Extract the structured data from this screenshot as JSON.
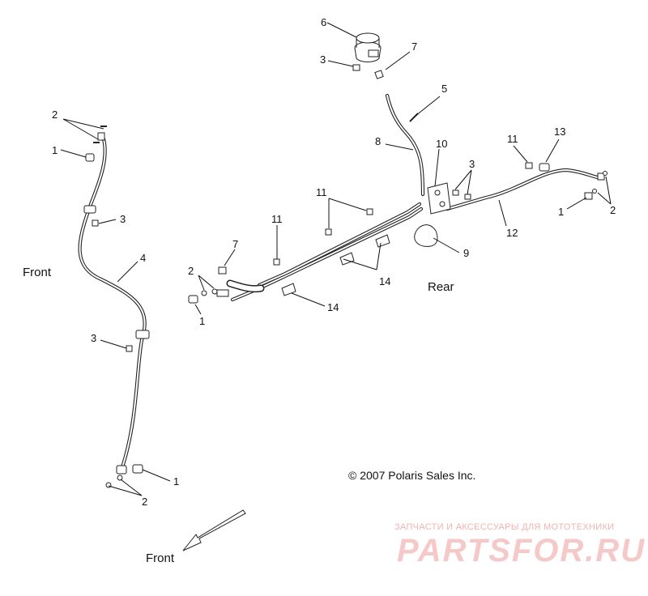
{
  "labels": {
    "front_left": "Front",
    "rear": "Rear",
    "front_bottom": "Front"
  },
  "copyright": "© 2007 Polaris Sales Inc.",
  "watermark": {
    "tagline": "ЗАПЧАСТИ И АКСЕССУАРЫ ДЛЯ МОТОТЕХНИКИ",
    "brand": "PARTSFOR.RU"
  },
  "callouts": {
    "c6": "6",
    "c7_top": "7",
    "c3_top": "3",
    "c5": "5",
    "c8": "8",
    "c10": "10",
    "c11_right": "11",
    "c13": "13",
    "c3_right": "3",
    "c1_right": "1",
    "c2_right": "2",
    "c12": "12",
    "c9": "9",
    "c11_mid": "11",
    "c11_left": "11",
    "c14_upper": "14",
    "c14_lower": "14",
    "c7_mid": "7",
    "c2_mid": "2",
    "c1_mid": "1",
    "c2_top_left": "2",
    "c1_top_left": "1",
    "c3_left_upper": "3",
    "c4": "4",
    "c3_left_lower": "3",
    "c1_bottom": "1",
    "c2_bottom": "2"
  }
}
